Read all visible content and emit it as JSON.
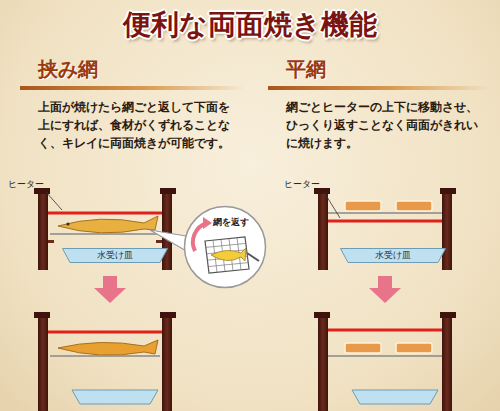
{
  "diagram": {
    "title": "便利な両面焼き機能",
    "nodes": [
      {
        "text": [
          "挟み網",
          "上面が焼けたら網ごと返して下面を上にすれば、食材がくずれることなく、キレイに両面焼きが可能です。"
        ]
      },
      {
        "text": [
          "網を返す"
        ]
      },
      {
        "text": [
          "水受け皿"
        ]
      },
      {
        "text": [
          "平網",
          "網ごとヒーターの上下に移動させ、ひっくり返すことなく両面がきれいに焼けます。"
        ]
      },
      {
        "text": [
          "水受け皿"
        ]
      }
    ],
    "labels": [
      "ヒーター",
      "ヒーター"
    ]
  }
}
